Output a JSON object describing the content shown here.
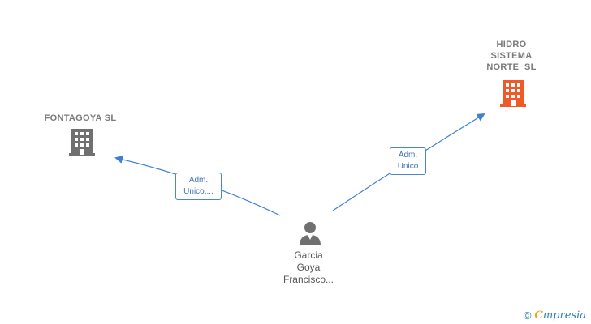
{
  "nodes": {
    "fontagoya": {
      "name": "FONTAGOYA SL",
      "color": "#707070"
    },
    "hidro": {
      "name_lines": [
        "HIDRO",
        "SISTEMA",
        "NORTE  SL"
      ],
      "color": "#f05a28"
    },
    "person": {
      "name_lines": [
        "Garcia",
        "Goya",
        "Francisco..."
      ],
      "color": "#707070"
    }
  },
  "edges": {
    "to_fontagoya": {
      "label_lines": [
        "Adm.",
        "Unico,..."
      ]
    },
    "to_hidro": {
      "label_lines": [
        "Adm.",
        "Unico"
      ]
    },
    "color": "#3f7fd6"
  },
  "watermark": {
    "symbol": "©",
    "brand_first": "C",
    "brand_rest": "mpresia"
  }
}
